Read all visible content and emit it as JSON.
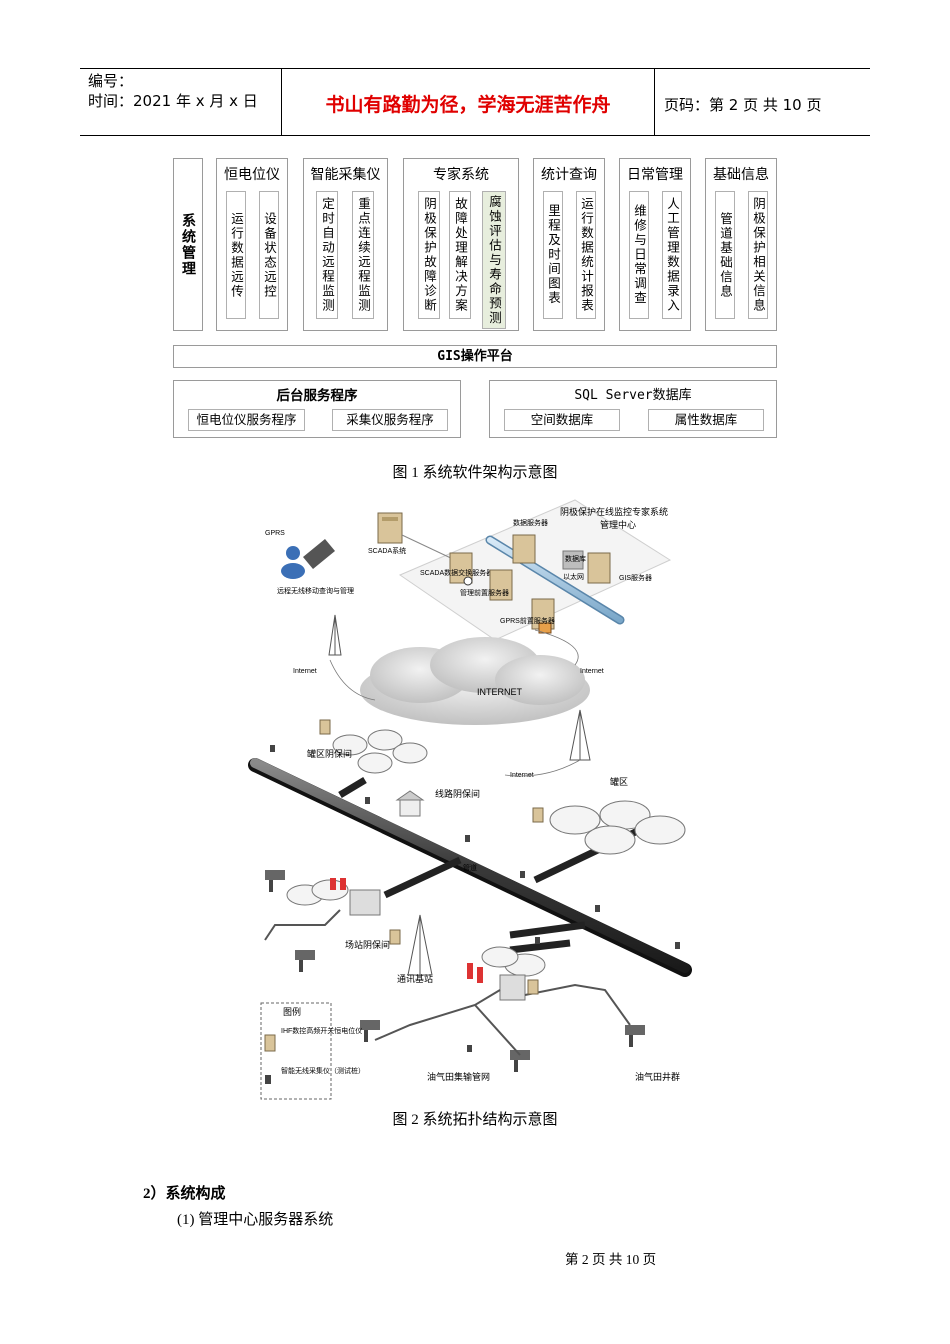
{
  "header": {
    "code_label": "编号：",
    "time_label": "时间：2021 年 x 月 x 日",
    "motto": "书山有路勤为径，学海无涯苦作舟",
    "page_label": "页码：第 2 页  共 10 页"
  },
  "figure1": {
    "system_mgmt": "系统管理",
    "columns": [
      {
        "title": "恒电位仪",
        "items": [
          "运行数据远传",
          "设备状态远控"
        ]
      },
      {
        "title": "智能采集仪",
        "items": [
          "定时自动远程监测",
          "重点连续远程监测"
        ]
      },
      {
        "title": "专家系统",
        "items": [
          "阴极保护故障诊断",
          "故障处理解决方案",
          "腐蚀评估与寿命预测"
        ]
      },
      {
        "title": "统计查询",
        "items": [
          "里程及时间图表",
          "运行数据统计报表"
        ]
      },
      {
        "title": "日常管理",
        "items": [
          "维修与日常调查",
          "人工管理数据录入"
        ]
      },
      {
        "title": "基础信息",
        "items": [
          "管道基础信息",
          "阴极保护相关信息"
        ]
      }
    ],
    "gis_platform": "GIS操作平台",
    "backend": {
      "title": "后台服务程序",
      "items": [
        "恒电位仪服务程序",
        "采集仪服务程序"
      ]
    },
    "database": {
      "title": "SQL Server数据库",
      "items": [
        "空间数据库",
        "属性数据库"
      ]
    },
    "caption": "图 1    系统软件架构示意图"
  },
  "figure2": {
    "center_title_1": "阴极保护在线监控专家系统",
    "center_title_2": "管理中心",
    "scada": "SCADA系统",
    "data_server": "数据服务器",
    "database": "数据库",
    "scada_exchange": "SCADA数据交换服务器",
    "ethernet": "以太网",
    "gis_server": "GIS服务器",
    "mgmt_frontend": "管理前置服务器",
    "gprs_frontend": "GPRS前置服务器",
    "mobile": "远程无线移动查询与管理",
    "internet_left": "Internet",
    "internet_right": "Internet",
    "internet_bottom": "Internet",
    "internet_cloud": "INTERNET",
    "gprs": "GPRS",
    "tank_area_room": "罐区阴保间",
    "tank_area": "罐区",
    "line_room": "线路阴保间",
    "pipeline": "管道",
    "station_room": "场站阴保间",
    "base_station": "通讯基站",
    "oilfield_network": "油气田集输管网",
    "oilfield_wells": "油气田井群",
    "legend_title": "图例",
    "legend_item1": "IHF数控高频开关恒电位仪",
    "legend_item2": "智能无线采集仪（测试桩）",
    "caption": "图 2  系统拓扑结构示意图"
  },
  "body": {
    "section_title": "2）系统构成",
    "item1": "(1)  管理中心服务器系统"
  },
  "footer": "第  2  页  共  10  页"
}
